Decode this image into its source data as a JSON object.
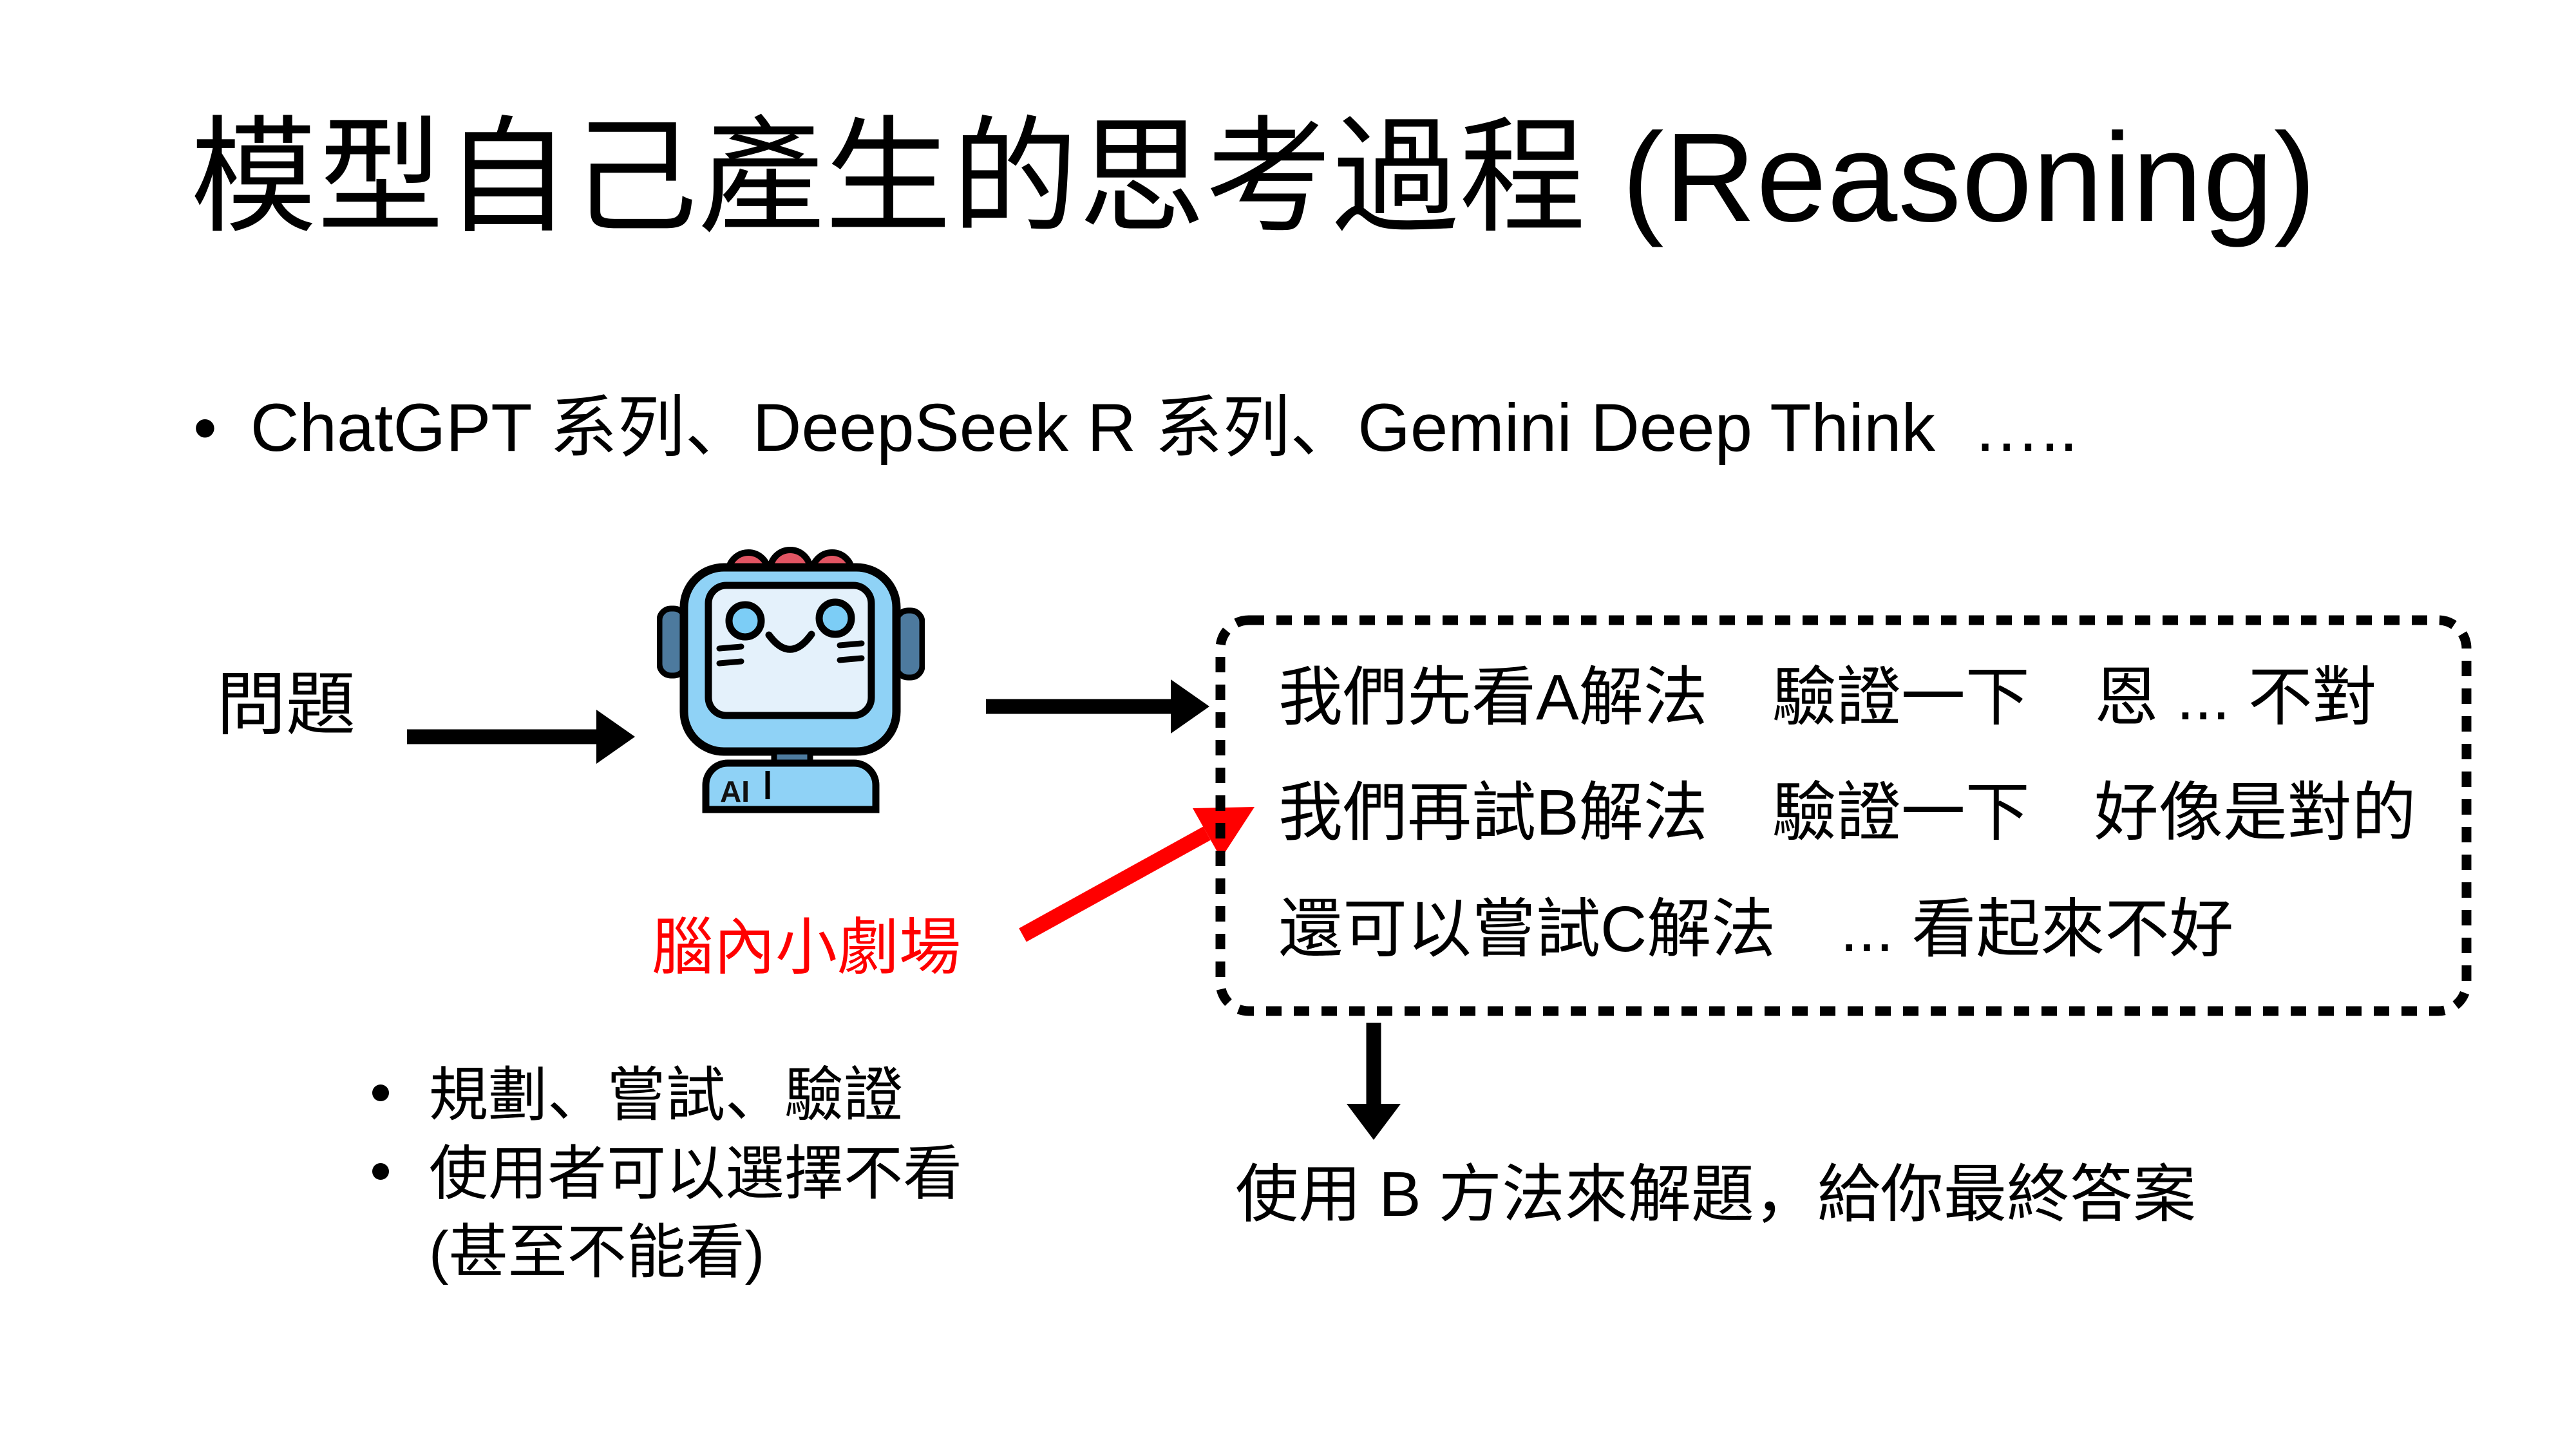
{
  "slide": {
    "title": "模型自己產生的思考過程 (Reasoning)",
    "intro_bullet": {
      "marker": "•",
      "text": "ChatGPT 系列、DeepSeek R 系列、Gemini Deep Think  ….."
    },
    "diagram": {
      "input_label": "問題",
      "robot": {
        "label": "AI"
      },
      "thought_box": {
        "lines": [
          "我們先看A解法　驗證一下　恩 ... 不對",
          "我們再試B解法　驗證一下　好像是對的",
          "還可以嘗試C解法　... 看起來不好"
        ]
      },
      "red_caption": "腦內小劇場",
      "result_text": "使用 B 方法來解題，給你最終答案"
    },
    "notes": {
      "marker": "•",
      "items": [
        "規劃、嘗試、驗證",
        "使用者可以選擇不看",
        "(甚至不能看)"
      ]
    },
    "colors": {
      "background": "#FFFFFF",
      "ink": "#000000",
      "accent_red": "#FF0000",
      "robot_head_blue": "#8FD2F6",
      "robot_screen_blue": "#E4F1FB",
      "robot_dark_blue": "#4D7A9E",
      "robot_bump_red": "#E25563",
      "robot_eye_blue": "#7CCDF6"
    }
  }
}
